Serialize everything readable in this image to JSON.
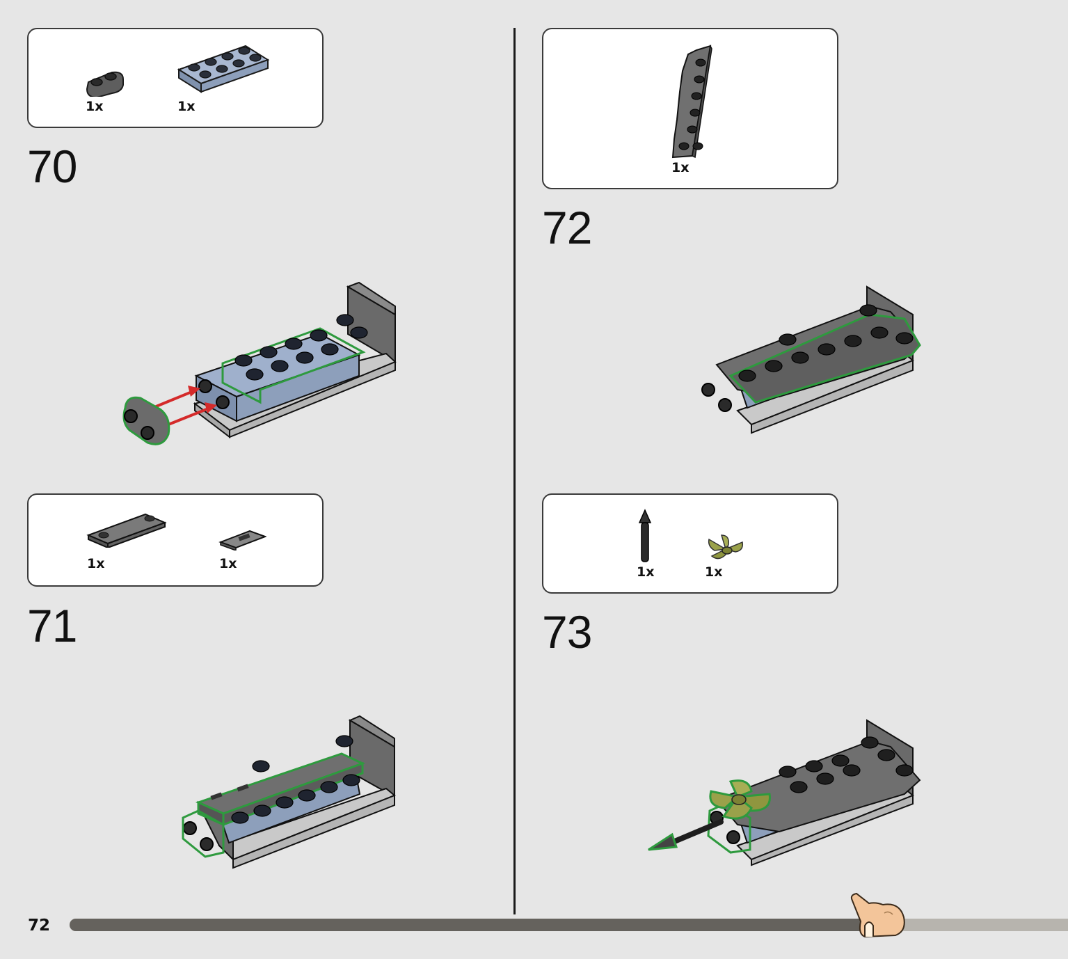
{
  "page": {
    "number": "72"
  },
  "progress": {
    "fraction": 0.8
  },
  "steps": [
    {
      "number": "70",
      "parts": [
        {
          "qty": "1x",
          "name": "dark-gray-plate-1x2-rounded"
        },
        {
          "qty": "1x",
          "name": "blue-plate-2x4"
        }
      ]
    },
    {
      "number": "71",
      "parts": [
        {
          "qty": "1x",
          "name": "dark-gray-plate-1x4-tile"
        },
        {
          "qty": "1x",
          "name": "dark-gray-grille-tile"
        }
      ]
    },
    {
      "number": "72",
      "parts": [
        {
          "qty": "1x",
          "name": "dark-gray-wedge-plate"
        }
      ]
    },
    {
      "number": "73",
      "parts": [
        {
          "qty": "1x",
          "name": "black-arrow-shaft"
        },
        {
          "qty": "1x",
          "name": "olive-leaf-plant"
        }
      ]
    }
  ],
  "colors": {
    "background": "#e6e6e6",
    "highlight": "#2e9a3e",
    "arrow": "#d42a2a",
    "blue_brick": "#8d9fbb",
    "dark_gray": "#6b6b6b",
    "olive": "#9aa14a"
  }
}
